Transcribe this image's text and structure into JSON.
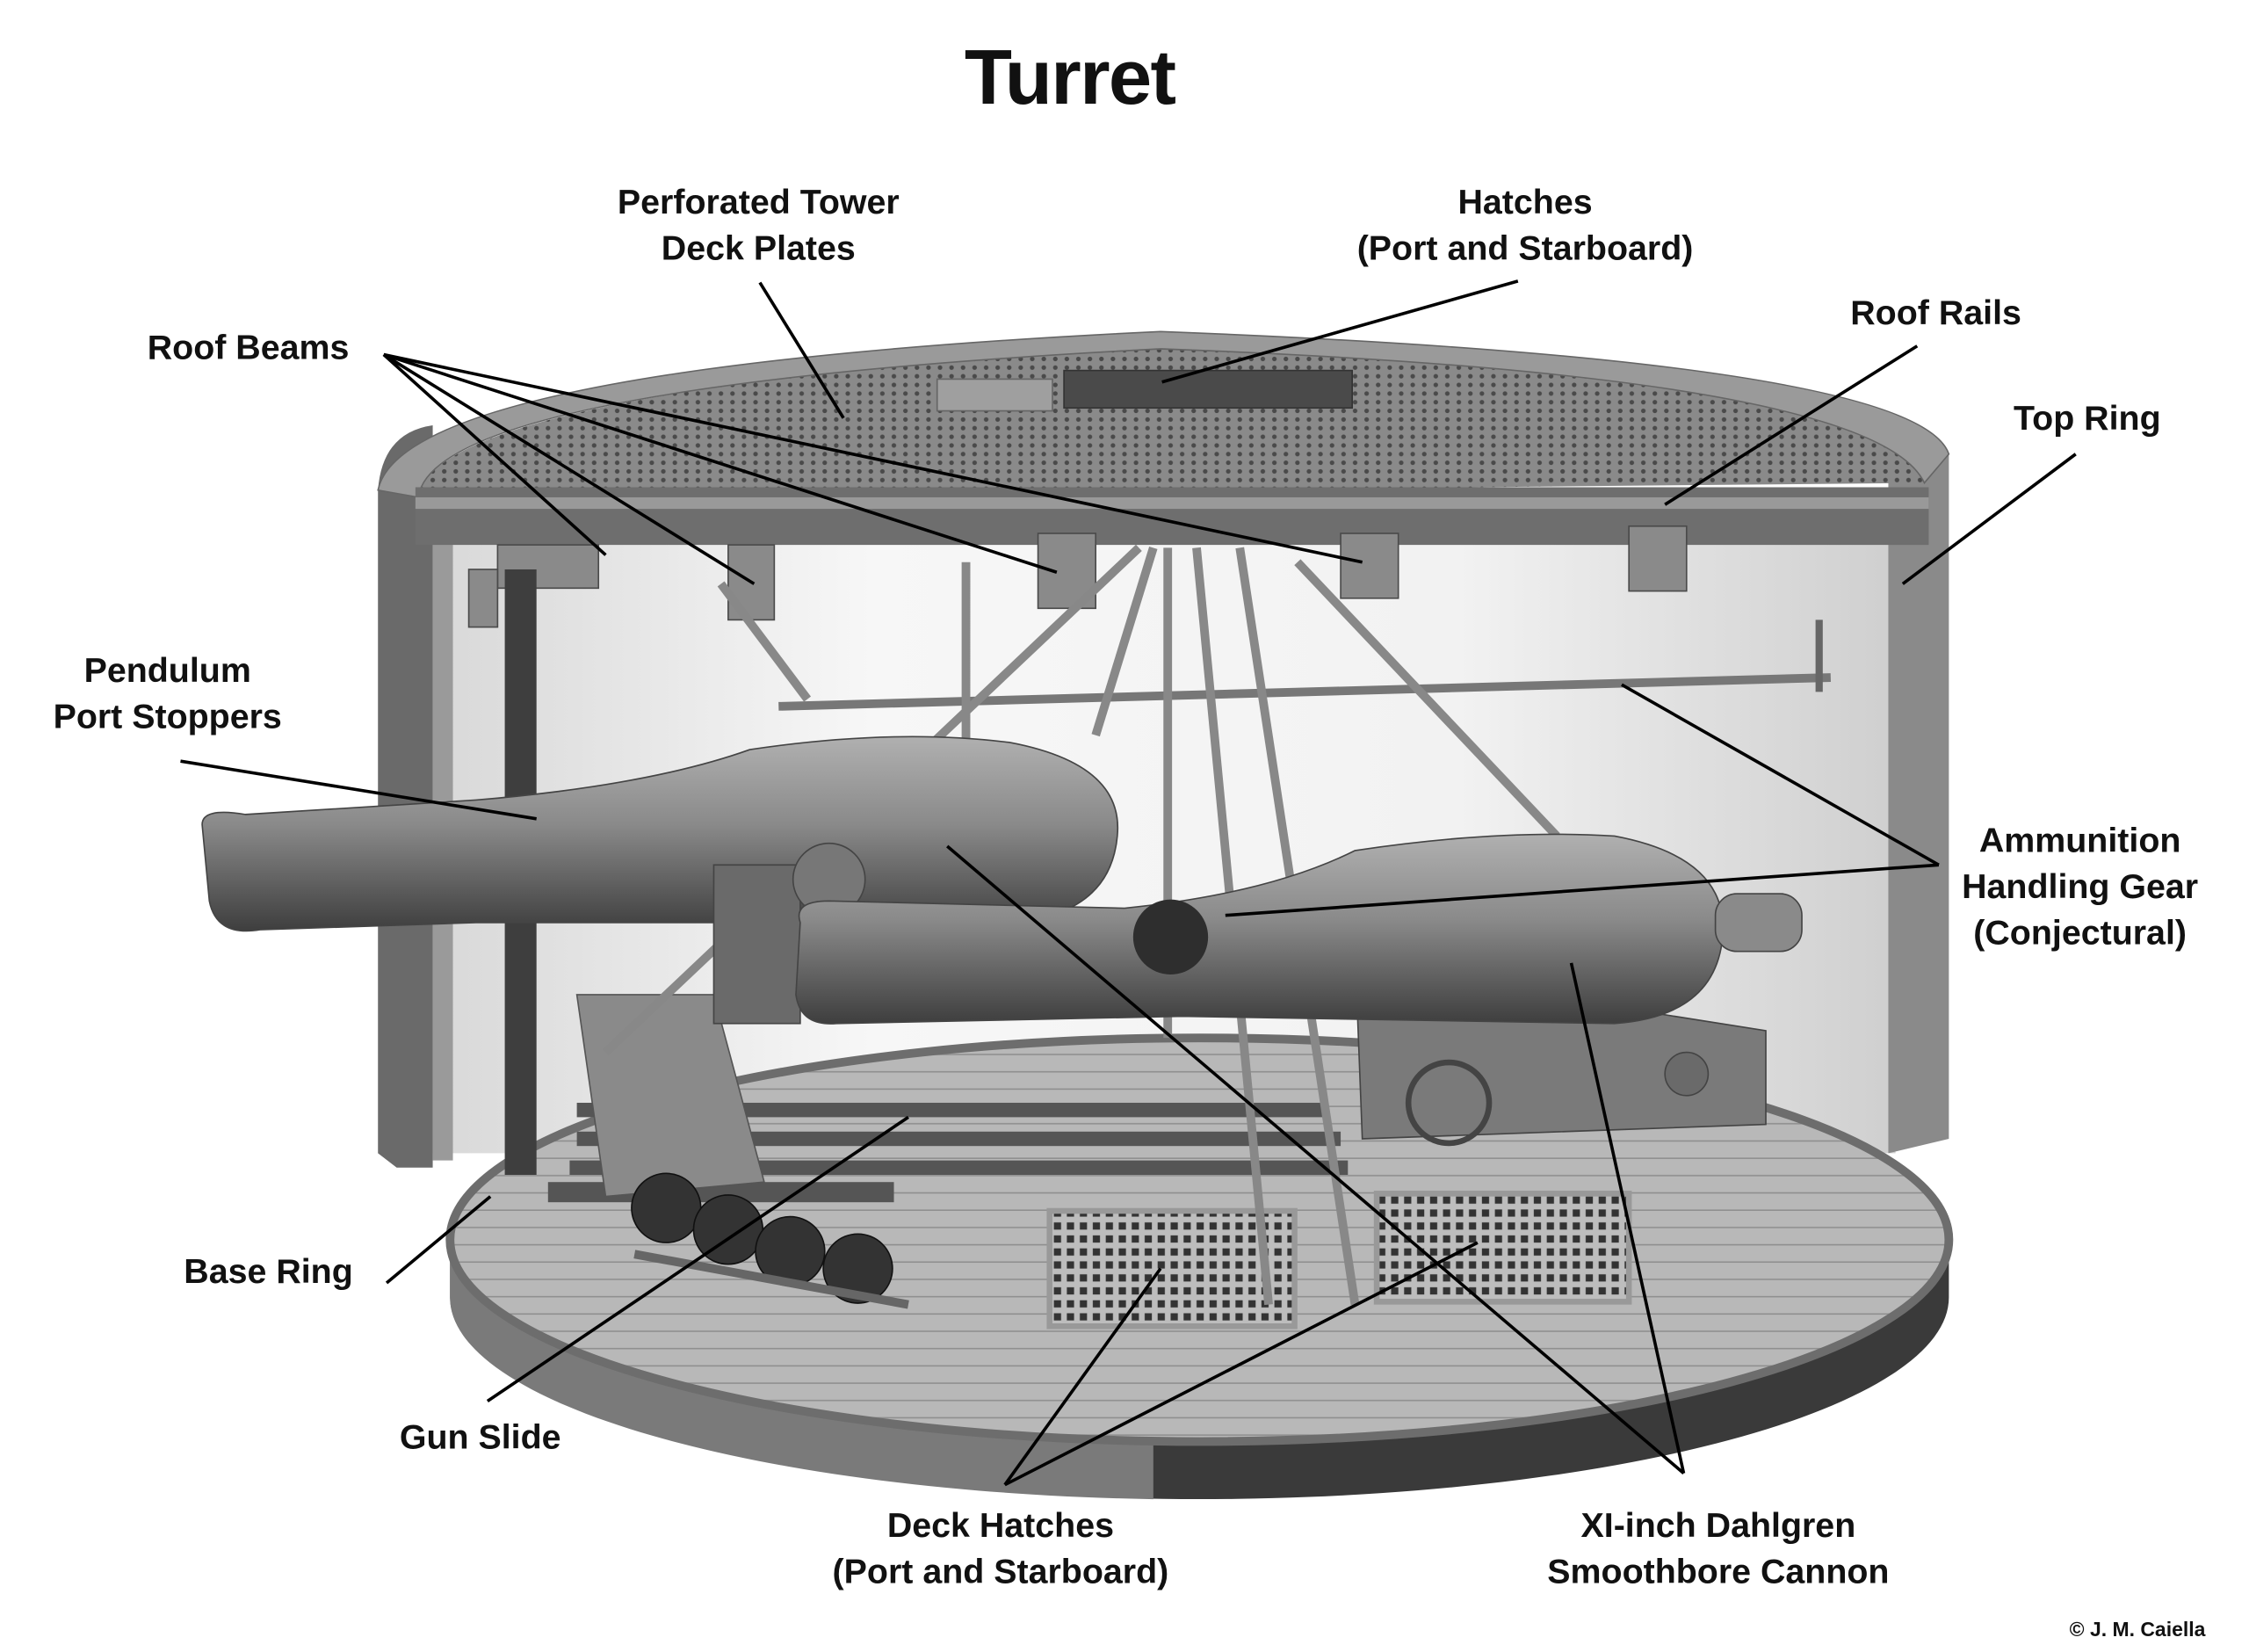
{
  "title": "Turret",
  "credit": "© J. M. Caiella",
  "labels": {
    "deck_plates": [
      "Perforated Tower",
      "Deck Plates"
    ],
    "hatches": [
      "Hatches",
      "(Port and Starboard)"
    ],
    "roof_beams": [
      "Roof Beams"
    ],
    "roof_rails": [
      "Roof Rails"
    ],
    "top_ring": [
      "Top Ring"
    ],
    "pendulum": [
      "Pendulum",
      "Port Stoppers"
    ],
    "ammunition": [
      "Ammunition",
      "Handling Gear",
      "(Conjectural)"
    ],
    "base_ring": [
      "Base Ring"
    ],
    "gun_slide": [
      "Gun Slide"
    ],
    "deck_hatches": [
      "Deck Hatches",
      "(Port and Starboard)"
    ],
    "cannon": [
      "XI-inch Dahlgren",
      "Smoothbore Cannon"
    ]
  },
  "colors": {
    "ink": "#111111",
    "metal_dark": "#3a3a3a",
    "metal_mid": "#7a7a7a",
    "metal_light": "#b5b5b5",
    "wall": "#efefef"
  }
}
